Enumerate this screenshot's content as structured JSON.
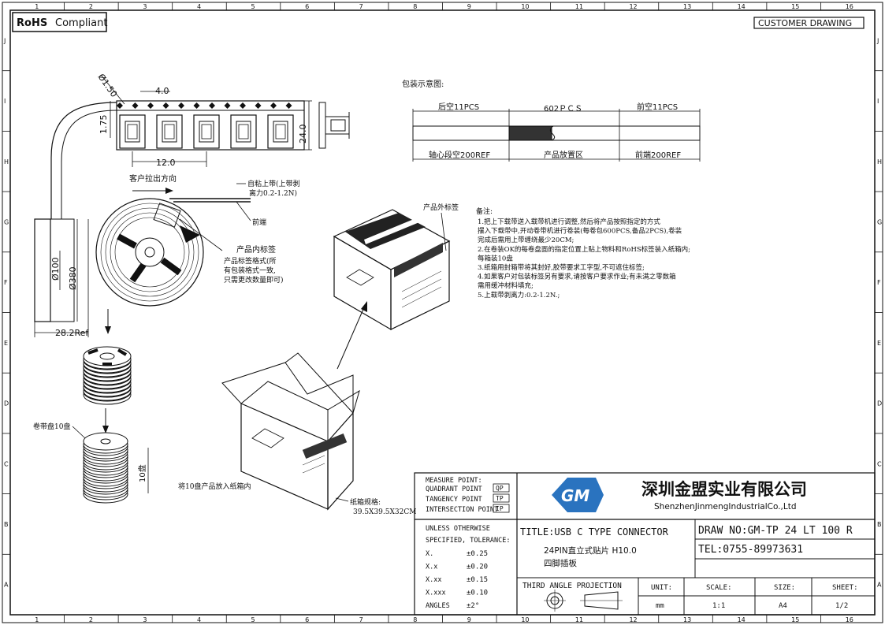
{
  "frame": {
    "col_labels": [
      "1",
      "2",
      "3",
      "4",
      "5",
      "6",
      "7",
      "8",
      "9",
      "10",
      "11",
      "12",
      "13",
      "14",
      "15",
      "16"
    ],
    "row_labels": [
      "J",
      "I",
      "H",
      "G",
      "F",
      "E",
      "D",
      "C",
      "B",
      "A"
    ]
  },
  "header": {
    "rohs_bold": "RoHS",
    "rohs_text": "Compliant",
    "customer_drawing": "CUSTOMER DRAWING"
  },
  "tape": {
    "hole_dia": "Ø1.50",
    "pitch_holes": "4.0",
    "edge_dist": "1.75",
    "width": "24.0",
    "pitch_parts": "12.0"
  },
  "packing": {
    "title": "包装示意图:",
    "rear_empty": "后空11PCS",
    "qty": "602ＰＣＳ",
    "front_empty": "前空11PCS",
    "core_section": "轴心段空200REF",
    "product_zone": "产品放置区",
    "front_end": "前端200REF"
  },
  "reel": {
    "pull_direction": "客户拉出方向",
    "cover_tape": "自粘上带(上带剥",
    "cover_tape2": "离力0.2-1.2N)",
    "front_end": "前端",
    "inner_label": "产品内标签",
    "inner_note1": "产品标签格式(所",
    "inner_note2": "有包装格式一致,",
    "inner_note3": "只需更改数量即可)",
    "hub_dia": "Ø100",
    "reel_dia": "Ø380",
    "hub_width": "28.2Ref"
  },
  "stack": {
    "reel_qty": "卷带盘10盘",
    "height": "10盘",
    "put_in_box": "将10盘产品放入纸箱内"
  },
  "carton": {
    "outer_label": "产品外标签",
    "spec_label": "纸箱规格:",
    "spec_value": "39.5X39.5X32CM"
  },
  "notes": {
    "title": "备注:",
    "lines": [
      "1.把上下载带送入载带机进行调整,然后将产品按照指定的方式",
      "  摆入下载带中,开动卷带机进行卷装(每卷包600PCS,备品2PCS),卷装",
      "  完成后需用上带缠绕最少20CM;",
      "2.在卷装OK的每卷盘面的指定位置上贴上物料和RoHS标签装入纸箱内;",
      "  每箱装10盘",
      "3.纸箱用封箱带将其封好,胶带要求工字型,不可遮住标签;",
      "4.如果客户对包装标签另有要求,请按客户要求作业;有未满之零数箱",
      "  需用缓冲材料填充;",
      "5.上载带剥离力:0.2-1.2N.;"
    ]
  },
  "title_block": {
    "measure": [
      "MEASURE POINT:",
      "QUADRANT POINT",
      "TANGENCY POINT",
      "INTERSECTION POINT"
    ],
    "measure_codes": [
      "QP",
      "TP",
      "IP"
    ],
    "tolerance_head1": "UNLESS OTHERWISE",
    "tolerance_head2": "SPECIFIED, TOLERANCE:",
    "tol_keys": [
      "X.",
      "X.x",
      "X.xx",
      "X.xxx",
      "ANGLES"
    ],
    "tol_vals": [
      "±0.25",
      "±0.20",
      "±0.15",
      "±0.10",
      "±2°"
    ],
    "company_cn": "深圳金盟实业有限公司",
    "company_en": "ShenzhenJinmengIndustrialCo.,Ltd",
    "title": "TITLE:USB C TYPE CONNECTOR",
    "title_sub1": "24PIN直立式贴片 H10.0",
    "title_sub2": "四脚插板",
    "draw_no": "DRAW NO:GM-TP 24 LT 100 R",
    "tel": "TEL:0755-89973631",
    "projection": "THIRD ANGLE PROJECTION",
    "unit_h": "UNIT:",
    "scale_h": "SCALE:",
    "size_h": "SIZE:",
    "sheet_h": "SHEET:",
    "unit_v": "mm",
    "scale_v": "1:1",
    "size_v": "A4",
    "sheet_v": "1/2"
  }
}
